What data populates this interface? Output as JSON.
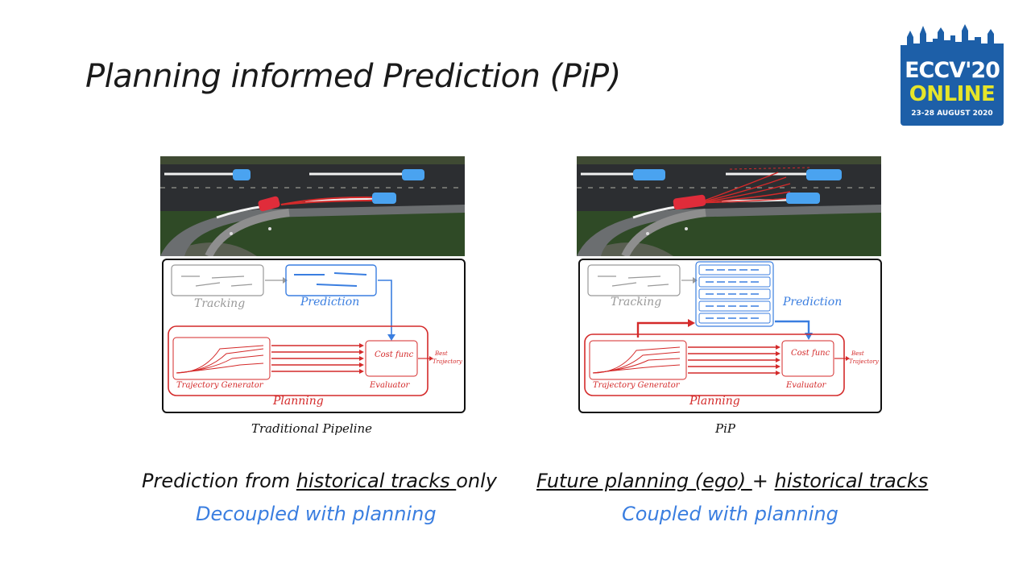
{
  "slide": {
    "title": "Planning informed Prediction (PiP)"
  },
  "logo": {
    "line1": "ECCV'20",
    "line2": "ONLINE",
    "line3": "23-28 AUGUST 2020",
    "color_bg": "#1d5fa8",
    "color_accent": "#e6e52a"
  },
  "left_panel": {
    "caption": "Traditional Pipeline",
    "tracking": "Tracking",
    "prediction": "Prediction",
    "cost_func": "Cost func",
    "best_traj_1": "Best",
    "best_traj_2": "Trajectory",
    "trajectory_generator": "Trajectory Generator",
    "evaluator": "Evaluator",
    "planning": "Planning"
  },
  "right_panel": {
    "caption": "PiP",
    "tracking": "Tracking",
    "prediction": "Prediction",
    "cost_func": "Cost func",
    "best_traj_1": "Best",
    "best_traj_2": "Trajectory",
    "trajectory_generator": "Trajectory Generator",
    "evaluator": "Evaluator",
    "planning": "Planning"
  },
  "bottom_left": {
    "line1_a": "Prediction from ",
    "line1_b": "historical tracks ",
    "line1_c": "only",
    "line2": "Decoupled with planning"
  },
  "bottom_right": {
    "line1_a": "Future planning (ego) ",
    "line1_b": "+ ",
    "line1_c": "historical tracks",
    "line2": "Coupled with planning"
  },
  "colors": {
    "planning_red": "#d42a2a",
    "prediction_blue": "#3a7ee0",
    "tracking_gray": "#999999"
  }
}
